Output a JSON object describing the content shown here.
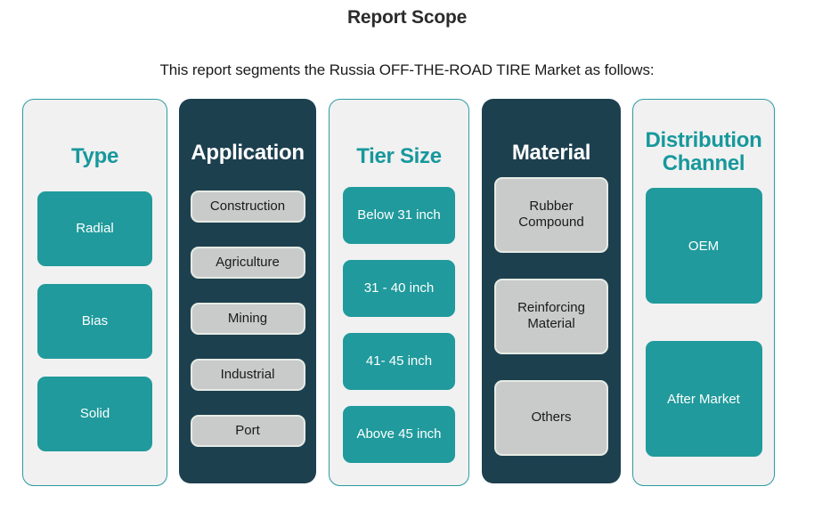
{
  "header": {
    "title": "Report Scope",
    "subtitle": "This report segments the Russia OFF-THE-ROAD TIRE Market as follows:"
  },
  "colors": {
    "teal_accent": "#17989c",
    "teal_chip": "#209a9c",
    "dark_navy": "#1d404f",
    "light_panel": "#f1f1f1",
    "gray_chip": "#c9cbca",
    "gray_chip_border": "#e6ebe4",
    "title_text": "#2b2b2b",
    "body_text": "#1a1a1a",
    "white": "#ffffff"
  },
  "columns": [
    {
      "id": "type",
      "heading": "Type",
      "style": "light",
      "heading_color": "teal",
      "chip_style": "teal",
      "items": [
        {
          "label": "Radial"
        },
        {
          "label": "Bias"
        },
        {
          "label": "Solid"
        }
      ]
    },
    {
      "id": "application",
      "heading": "Application",
      "style": "dark",
      "heading_color": "white",
      "chip_style": "gray",
      "items": [
        {
          "label": "Construction"
        },
        {
          "label": "Agriculture"
        },
        {
          "label": "Mining"
        },
        {
          "label": "Industrial"
        },
        {
          "label": "Port"
        }
      ]
    },
    {
      "id": "tier-size",
      "heading": "Tier Size",
      "style": "light",
      "heading_color": "teal",
      "chip_style": "teal",
      "items": [
        {
          "label": "Below 31 inch"
        },
        {
          "label": "31 - 40 inch"
        },
        {
          "label": "41- 45 inch"
        },
        {
          "label": "Above 45 inch"
        }
      ]
    },
    {
      "id": "material",
      "heading": "Material",
      "style": "dark",
      "heading_color": "white",
      "chip_style": "gray",
      "items": [
        {
          "label": "Rubber Compound"
        },
        {
          "label": "Reinforcing Material"
        },
        {
          "label": "Others"
        }
      ]
    },
    {
      "id": "distribution-channel",
      "heading": "Distribution Channel",
      "style": "light",
      "heading_color": "teal",
      "chip_style": "teal",
      "items": [
        {
          "label": "OEM"
        },
        {
          "label": "After Market"
        }
      ]
    }
  ]
}
